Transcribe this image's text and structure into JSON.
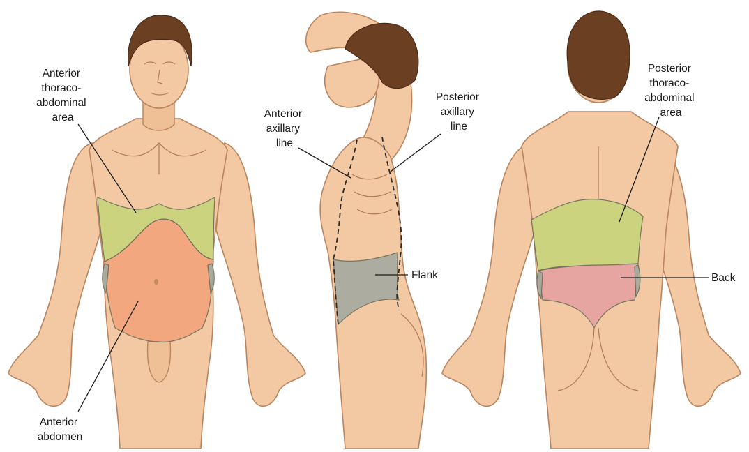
{
  "labels": {
    "anterior_thoraco": [
      "Anterior",
      "thoraco-",
      "abdominal",
      "area"
    ],
    "anterior_abdomen": [
      "Anterior",
      "abdomen"
    ],
    "anterior_axillary": [
      "Anterior",
      "axillary",
      "line"
    ],
    "posterior_axillary": [
      "Posterior",
      "axillary",
      "line"
    ],
    "flank": [
      "Flank"
    ],
    "posterior_thoraco": [
      "Posterior",
      "thoraco-",
      "abdominal",
      "area"
    ],
    "back": [
      "Back"
    ]
  },
  "colors": {
    "thoraco_abdominal": "#c8d47c",
    "abdomen": "#f4a57c",
    "flank": "#a7aaa0",
    "back": "#e6a3a0",
    "skin": "#f2c9a2",
    "hair": "#6b3f22"
  }
}
